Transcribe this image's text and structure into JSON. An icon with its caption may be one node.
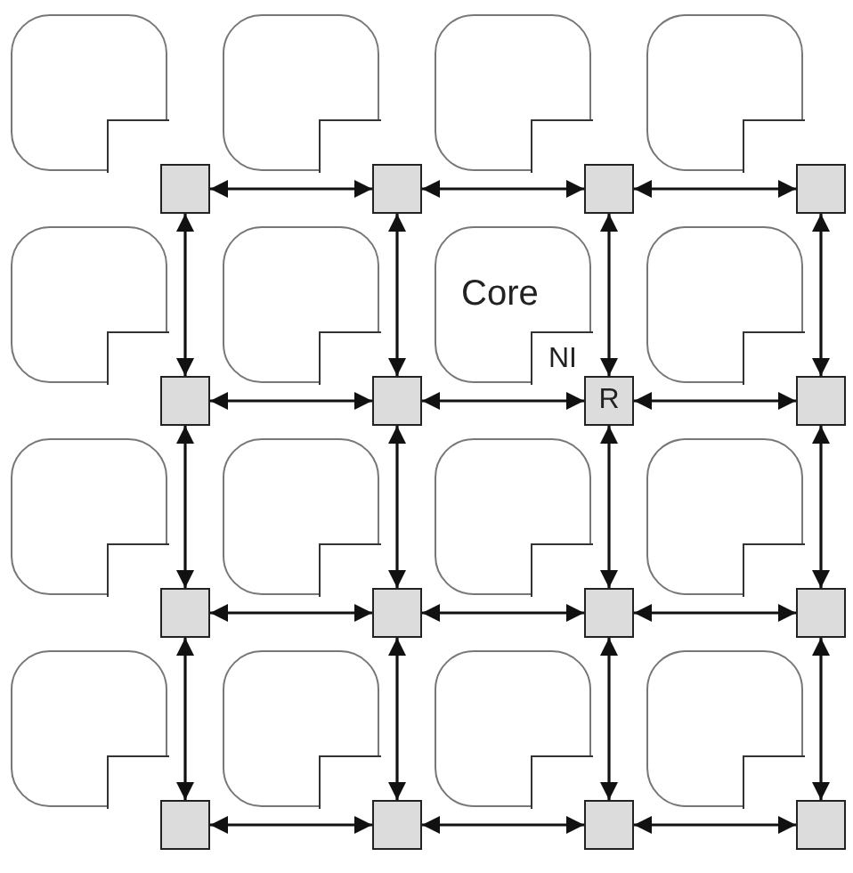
{
  "diagram": {
    "nodes": [
      {
        "text": [],
        "shape": "box"
      },
      {
        "text": [],
        "shape": "box",
        "in": 0
      },
      {
        "text": [],
        "shape": "box"
      },
      {
        "text": [],
        "shape": "box"
      },
      {
        "text": [],
        "shape": "box",
        "in": 3
      },
      {
        "text": [],
        "shape": "box"
      },
      {
        "text": [],
        "shape": "box"
      },
      {
        "text": [],
        "shape": "box",
        "in": 6
      },
      {
        "text": [],
        "shape": "box"
      },
      {
        "text": [],
        "shape": "box"
      },
      {
        "text": [],
        "shape": "box",
        "in": 9
      },
      {
        "text": [],
        "shape": "box"
      },
      {
        "text": [],
        "shape": "box"
      },
      {
        "text": [],
        "shape": "box",
        "in": 12
      },
      {
        "text": [],
        "shape": "box"
      },
      {
        "text": [],
        "shape": "box"
      },
      {
        "text": [],
        "shape": "box",
        "in": 15
      },
      {
        "text": [],
        "shape": "box"
      },
      {
        "text": [
          "Core"
        ]
      },
      {
        "text": [
          "NI"
        ],
        "in": 18
      },
      {
        "text": [
          "R"
        ]
      },
      {
        "text": [],
        "shape": "box"
      },
      {
        "text": [],
        "shape": "box",
        "in": 21
      },
      {
        "text": [],
        "shape": "box"
      },
      {
        "text": [],
        "shape": "box"
      },
      {
        "text": [],
        "shape": "box",
        "in": 24
      },
      {
        "text": [],
        "shape": "box"
      },
      {
        "text": [],
        "shape": "box"
      },
      {
        "text": [],
        "shape": "box",
        "in": 27
      },
      {
        "text": [],
        "shape": "box"
      },
      {
        "text": [],
        "shape": "box"
      },
      {
        "text": [],
        "shape": "box",
        "in": 30
      },
      {
        "text": [],
        "shape": "box"
      },
      {
        "text": [],
        "shape": "box"
      },
      {
        "text": [],
        "shape": "box",
        "in": 33
      },
      {
        "text": [],
        "shape": "box"
      },
      {
        "text": [],
        "shape": "box"
      },
      {
        "text": [],
        "shape": "box",
        "in": 36
      },
      {
        "text": [],
        "shape": "box"
      },
      {
        "text": [],
        "shape": "box"
      },
      {
        "text": [],
        "shape": "box",
        "in": 39
      },
      {
        "text": [],
        "shape": "box"
      },
      {
        "text": [],
        "shape": "box"
      },
      {
        "text": [],
        "shape": "box",
        "in": 42
      },
      {
        "text": [],
        "shape": "box"
      },
      {
        "text": [],
        "shape": "box"
      },
      {
        "text": [],
        "shape": "box",
        "in": 45
      },
      {
        "text": [],
        "shape": "box"
      }
    ],
    "edges": [
      {
        "from": 2,
        "to": 5,
        "arrow": "both"
      },
      {
        "from": 5,
        "to": 8,
        "arrow": "both"
      },
      {
        "from": 8,
        "to": 11,
        "arrow": "both"
      },
      {
        "from": 2,
        "to": 14,
        "arrow": "both"
      },
      {
        "from": 5,
        "to": 17,
        "arrow": "both"
      },
      {
        "from": 8,
        "to": 20,
        "arrow": "both"
      },
      {
        "from": 11,
        "to": 23,
        "arrow": "both"
      },
      {
        "from": 14,
        "to": 17,
        "arrow": "both"
      },
      {
        "from": 17,
        "to": 20,
        "arrow": "both"
      },
      {
        "from": 20,
        "to": 23,
        "arrow": "both"
      },
      {
        "from": 14,
        "to": 26,
        "arrow": "both"
      },
      {
        "from": 17,
        "to": 29,
        "arrow": "both"
      },
      {
        "from": 20,
        "to": 32,
        "arrow": "both"
      },
      {
        "from": 23,
        "to": 35,
        "arrow": "both"
      },
      {
        "from": 26,
        "to": 29,
        "arrow": "both"
      },
      {
        "from": 29,
        "to": 32,
        "arrow": "both"
      },
      {
        "from": 32,
        "to": 35,
        "arrow": "both"
      },
      {
        "from": 26,
        "to": 38,
        "arrow": "both"
      },
      {
        "from": 29,
        "to": 41,
        "arrow": "both"
      },
      {
        "from": 32,
        "to": 44,
        "arrow": "both"
      },
      {
        "from": 35,
        "to": 47,
        "arrow": "both"
      },
      {
        "from": 38,
        "to": 41,
        "arrow": "both"
      },
      {
        "from": 41,
        "to": 44,
        "arrow": "both"
      },
      {
        "from": 44,
        "to": 47,
        "arrow": "both"
      }
    ]
  }
}
